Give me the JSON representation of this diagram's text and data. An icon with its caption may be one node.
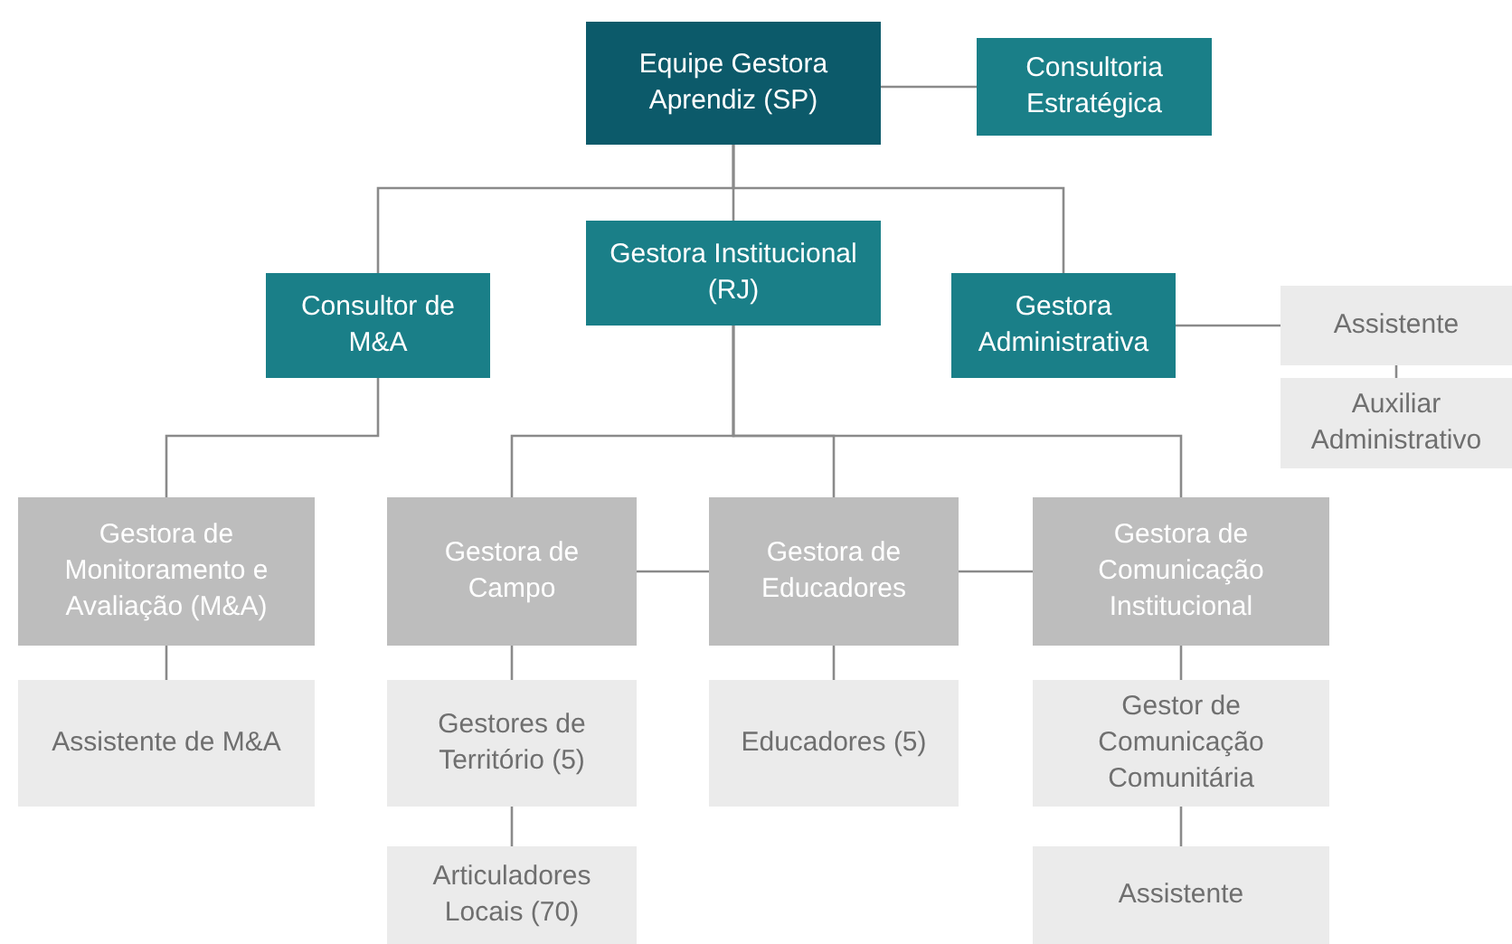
{
  "diagram": {
    "nodes": [
      {
        "text": [
          "Equipe Gestora Aprendiz (SP)"
        ]
      },
      {
        "text": [
          "Consultoria Estratégica"
        ]
      },
      {
        "text": [
          "Consultor de M&A"
        ]
      },
      {
        "text": [
          "Gestora Institucional (RJ)"
        ]
      },
      {
        "text": [
          "Gestora Administrativa"
        ]
      },
      {
        "text": [
          "Assistente"
        ]
      },
      {
        "text": [
          "Auxiliar Administrativo"
        ]
      },
      {
        "text": [
          "Gestora de Monitoramento e Avaliação (M&A)"
        ]
      },
      {
        "text": [
          "Gestora de Campo"
        ]
      },
      {
        "text": [
          "Gestora de Educadores"
        ]
      },
      {
        "text": [
          "Gestora de Comunicação Institucional"
        ]
      },
      {
        "text": [
          "Assistente de M&A"
        ]
      },
      {
        "text": [
          "Gestores de Território (5)"
        ]
      },
      {
        "text": [
          "Articuladores Locais (70)"
        ]
      },
      {
        "text": [
          "Educadores (5)"
        ]
      },
      {
        "text": [
          "Gestor de Comunicação Comunitária"
        ]
      },
      {
        "text": [
          "Assistente"
        ]
      }
    ],
    "edges": [
      {
        "from": 0,
        "to": 1,
        "arrow": "none"
      },
      {
        "from": 0,
        "to": 2,
        "arrow": "none"
      },
      {
        "from": 0,
        "to": 3,
        "arrow": "none"
      },
      {
        "from": 0,
        "to": 4,
        "arrow": "none"
      },
      {
        "from": 4,
        "to": 5,
        "arrow": "none"
      },
      {
        "from": 5,
        "to": 6,
        "arrow": "none"
      },
      {
        "from": 2,
        "to": 7,
        "arrow": "none"
      },
      {
        "from": 3,
        "to": 8,
        "arrow": "none"
      },
      {
        "from": 3,
        "to": 9,
        "arrow": "none"
      },
      {
        "from": 3,
        "to": 10,
        "arrow": "none"
      },
      {
        "from": 8,
        "to": 9,
        "arrow": "none"
      },
      {
        "from": 9,
        "to": 10,
        "arrow": "none"
      },
      {
        "from": 7,
        "to": 11,
        "arrow": "none"
      },
      {
        "from": 8,
        "to": 12,
        "arrow": "none"
      },
      {
        "from": 12,
        "to": 13,
        "arrow": "none"
      },
      {
        "from": 9,
        "to": 14,
        "arrow": "none"
      },
      {
        "from": 10,
        "to": 15,
        "arrow": "none"
      },
      {
        "from": 15,
        "to": 16,
        "arrow": "none"
      }
    ]
  }
}
